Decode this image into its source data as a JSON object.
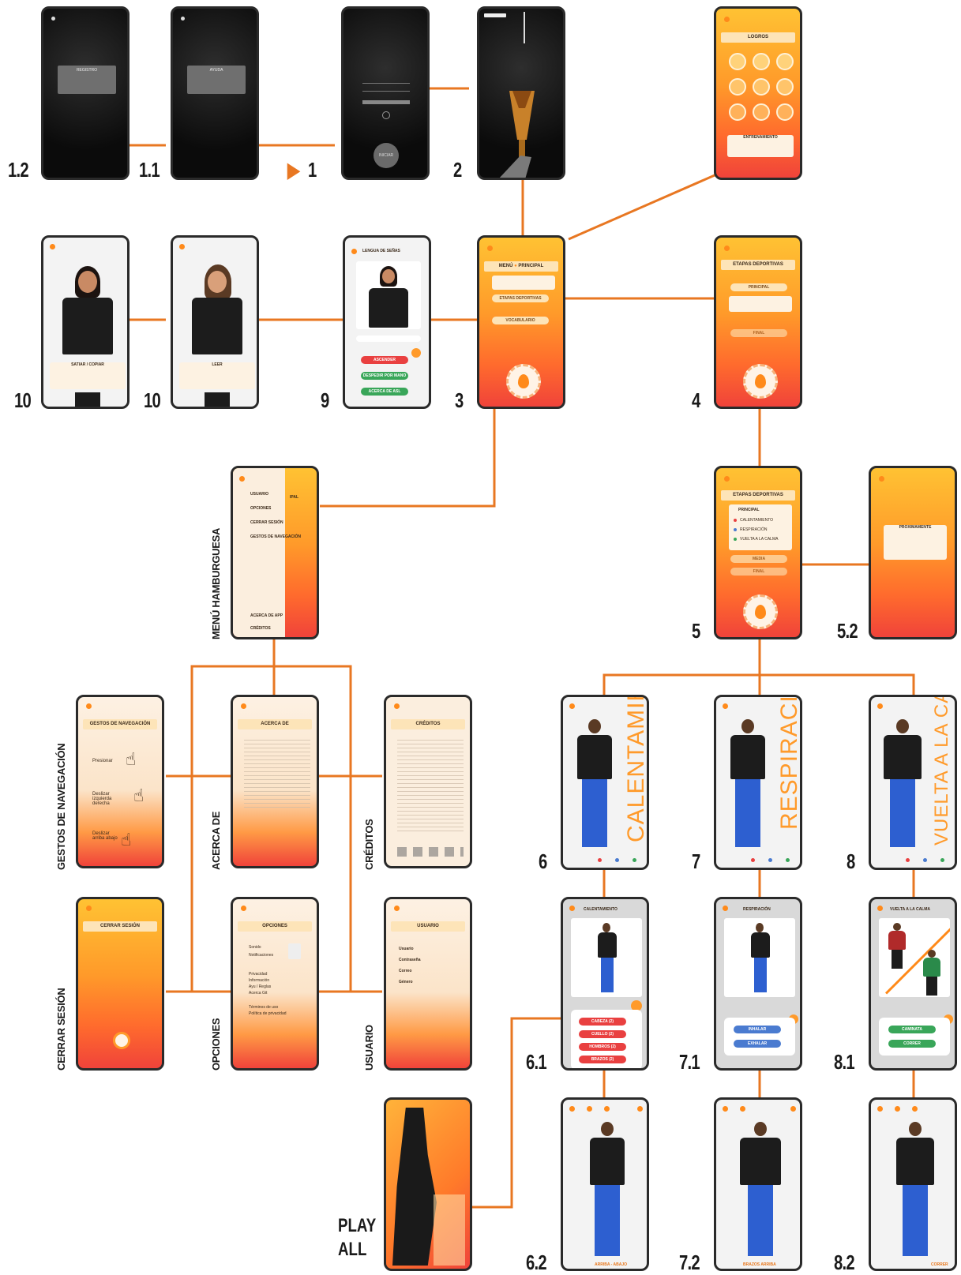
{
  "flow_steps": {
    "s1_2": "1.2",
    "s1_1": "1.1",
    "s1": "1",
    "s2": "2",
    "s10a": "10",
    "s10b": "10",
    "s9": "9",
    "s3": "3",
    "s4": "4",
    "s5": "5",
    "s5_2": "5.2",
    "s6": "6",
    "s7": "7",
    "s8": "8",
    "s6_1": "6.1",
    "s7_1": "7.1",
    "s8_1": "8.1",
    "s6_2": "6.2",
    "s7_2": "7.2",
    "s8_2": "8.2"
  },
  "start_marker": "▶",
  "vertical_labels": {
    "hamburger": "MENÚ HAMBURGUESA",
    "gestures": "GESTOS DE NAVEGACIÓN",
    "about": "ACERCA DE",
    "credits": "CRÉDITOS",
    "logout": "CERRAR SESIÓN",
    "options": "OPCIONES",
    "user": "USUARIO"
  },
  "play_all": {
    "line1": "PLAY",
    "line2": "ALL"
  },
  "screens": {
    "registro": {
      "title": "REGISTRO"
    },
    "ayuda": {
      "title": "AYUDA"
    },
    "login": {
      "button": "INICIAR"
    },
    "logros": {
      "title": "LOGROS",
      "card_title": "ENTRENAMIENTO"
    },
    "lengua": {
      "title": "LENGUA DE SEÑAS",
      "buttons": [
        "ASCENDER",
        "DESPEDIR POR MANO",
        "ACERCA DE ASL"
      ]
    },
    "sign10a": {
      "title": "SATIAR / COPIAR"
    },
    "sign10b": {
      "title": "LEER"
    },
    "menu": {
      "title_a": "MENÚ",
      "title_b": "PRINCIPAL",
      "items": [
        "ETAPAS DEPORTIVAS",
        "VOCABULARIO"
      ]
    },
    "etapas4": {
      "title": "ETAPAS DEPORTIVAS",
      "principal": "PRINCIPAL",
      "final": "FINAL"
    },
    "etapas5": {
      "title": "ETAPAS DEPORTIVAS",
      "principal": "PRINCIPAL",
      "items": [
        "CALENTAMIENTO",
        "RESPIRACIÓN",
        "VUELTA A LA CALMA"
      ],
      "media": "MEDIA",
      "final": "FINAL"
    },
    "proximamente": {
      "title": "PRÓXIMAMENTE"
    },
    "hamburger": {
      "items": [
        "USUARIO",
        "OPCIONES",
        "CERRAR SESIÓN",
        "GESTOS DE NAVEGACIÓN"
      ],
      "bottom": [
        "ACERCA DE APP",
        "CRÉDITOS"
      ],
      "peek": "IPAL"
    },
    "gestos": {
      "title": "GESTOS DE NAVEGACIÓN",
      "g1": "Presionar",
      "g2": "Deslizar izquierda derecha",
      "g3": "Deslizar arriba abajo"
    },
    "acerca": {
      "title": "ACERCA DE"
    },
    "creditos": {
      "title": "CRÉDITOS"
    },
    "cerrar": {
      "title": "CERRAR SESIÓN"
    },
    "opciones": {
      "title": "OPCIONES",
      "items": [
        "Sonido",
        "Notificaciones",
        "Privacidad",
        "Información",
        "Ayu / Reglas",
        "Acerca Git",
        "Términos de uso",
        "Política de privacidad"
      ]
    },
    "usuario": {
      "title": "USUARIO",
      "rows": [
        "Usuario",
        "Contraseña",
        "Correo",
        "Género"
      ]
    },
    "calentamiento_big": "CALENTAMIENTO",
    "respiracion_big": "RESPIRACIÓN",
    "vuelta_big": "VUELTA A LA CALMA",
    "cal61": {
      "title": "CALENTAMIENTO",
      "pills": [
        "CABEZA (2)",
        "CUELLO (2)",
        "HOMBROS (2)",
        "BRAZOS (2)"
      ]
    },
    "res71": {
      "title": "RESPIRACIÓN",
      "pills": [
        "INHALAR",
        "EXHALAR"
      ]
    },
    "vue81": {
      "title": "VUELTA A LA CALMA",
      "pills": [
        "CAMINATA",
        "CORRER"
      ]
    },
    "cap62": "ARRIBA - ABAJO",
    "cap72": "BRAZOS ARRIBA",
    "cap82": "CORRER"
  },
  "colors": {
    "line": "#e87722",
    "accent": "#ff9a2a",
    "frame": "#2a2a2a"
  }
}
